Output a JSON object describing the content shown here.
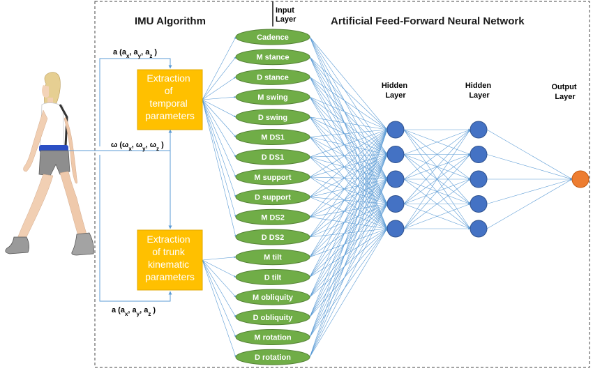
{
  "headers": {
    "imu": "IMU Algorithm",
    "ann": "Artificial Feed-Forward Neural Network"
  },
  "layers": {
    "input": [
      "Input",
      "Layer"
    ],
    "hidden1": [
      "Hidden",
      "Layer"
    ],
    "hidden2": [
      "Hidden",
      "Layer"
    ],
    "output": [
      "Output",
      "Layer"
    ]
  },
  "signals": {
    "accel_top": "a (aₓ, a_y, a_z )",
    "omega": "ω (ωₓ, ω_y, ω_z )",
    "accel_bottom": "a (aₓ, a_y, a_z )"
  },
  "boxes": {
    "temporal": [
      "Extraction",
      "of",
      "temporal",
      "parameters"
    ],
    "kinematic": [
      "Extraction",
      "of trunk",
      "kinematic",
      "parameters"
    ]
  },
  "input_nodes": [
    "Cadence",
    "M stance",
    "D stance",
    "M swing",
    "D swing",
    "M DS1",
    "D DS1",
    "M support",
    "D support",
    "M DS2",
    "D DS2",
    "M tilt",
    "D tilt",
    "M obliquity",
    "D obliquity",
    "M rotation",
    "D rotation"
  ],
  "hidden1_count": 5,
  "hidden2_count": 5,
  "output_count": 1,
  "colors": {
    "input_node": "#70ad47",
    "input_border": "#548235",
    "hidden_node": "#4472c4",
    "hidden_border": "#2f528f",
    "output_node": "#ed7d31",
    "output_border": "#c55a11",
    "box": "#ffc000",
    "edge": "#5b9bd5"
  }
}
